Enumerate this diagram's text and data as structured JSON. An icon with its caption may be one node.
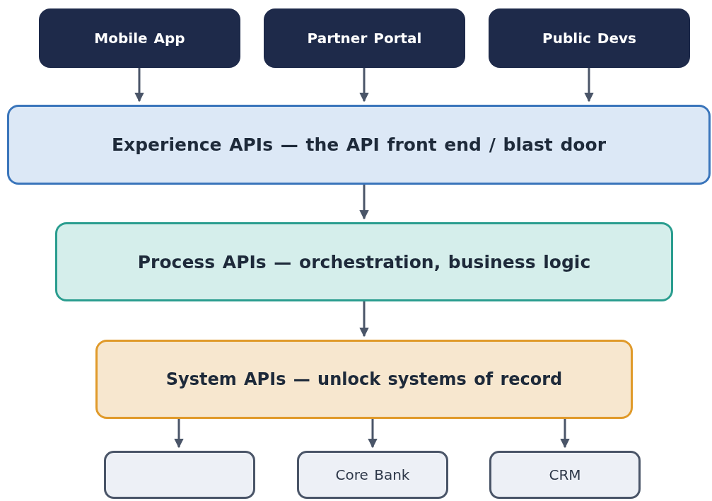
{
  "diagram": {
    "nodes": [
      {
        "text": [
          "Mobile App"
        ]
      },
      {
        "text": [
          "Partner Portal"
        ]
      },
      {
        "text": [
          "Public Devs"
        ]
      },
      {
        "text": [
          "Experience APIs — the API front end / blast door"
        ]
      },
      {
        "text": [
          "Process APIs — orchestration, business logic"
        ]
      },
      {
        "text": [
          "System APIs — unlock systems of record"
        ]
      },
      {
        "text": [],
        "shape": "box"
      },
      {
        "text": [
          "Core Bank"
        ]
      },
      {
        "text": [
          "CRM"
        ]
      }
    ],
    "edges": [
      {
        "from": 0,
        "to": 3,
        "arrow": "to"
      },
      {
        "from": 1,
        "to": 3,
        "arrow": "to"
      },
      {
        "from": 2,
        "to": 3,
        "arrow": "to"
      },
      {
        "from": 3,
        "to": 4,
        "arrow": "to"
      },
      {
        "from": 4,
        "to": 5,
        "arrow": "to"
      },
      {
        "from": 5,
        "to": 6,
        "arrow": "to"
      },
      {
        "from": 5,
        "to": 7,
        "arrow": "to"
      },
      {
        "from": 5,
        "to": 8,
        "arrow": "to"
      }
    ]
  }
}
